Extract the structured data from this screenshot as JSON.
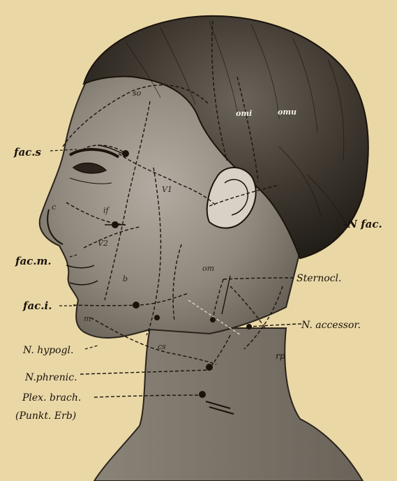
{
  "labels": {
    "fac_s": "fac.s",
    "fac_m": "fac.m.",
    "fac_i": "fac.i.",
    "n_hypogl": "N. hypogl.",
    "n_phrenic": "N.phrenic.",
    "plex_brach": "Plex. brach.",
    "punkt_erb": "(Punkt. Erb)",
    "n_fac": "-N fac.",
    "sternocl": "Sternocl.",
    "n_accessor": "N. accessor.",
    "rp": "rp",
    "so": "so",
    "omi": "omi",
    "omu": "omu",
    "v1": "V1",
    "v2": "V2",
    "if": "if",
    "b": "b",
    "m": "m",
    "cs": "cs",
    "om": "om",
    "c": "c"
  },
  "colors": {
    "paper": "#e9d7a6",
    "ink": "#1a130b",
    "skin_shadow": "#7d7569",
    "hair": "#3b352d"
  }
}
